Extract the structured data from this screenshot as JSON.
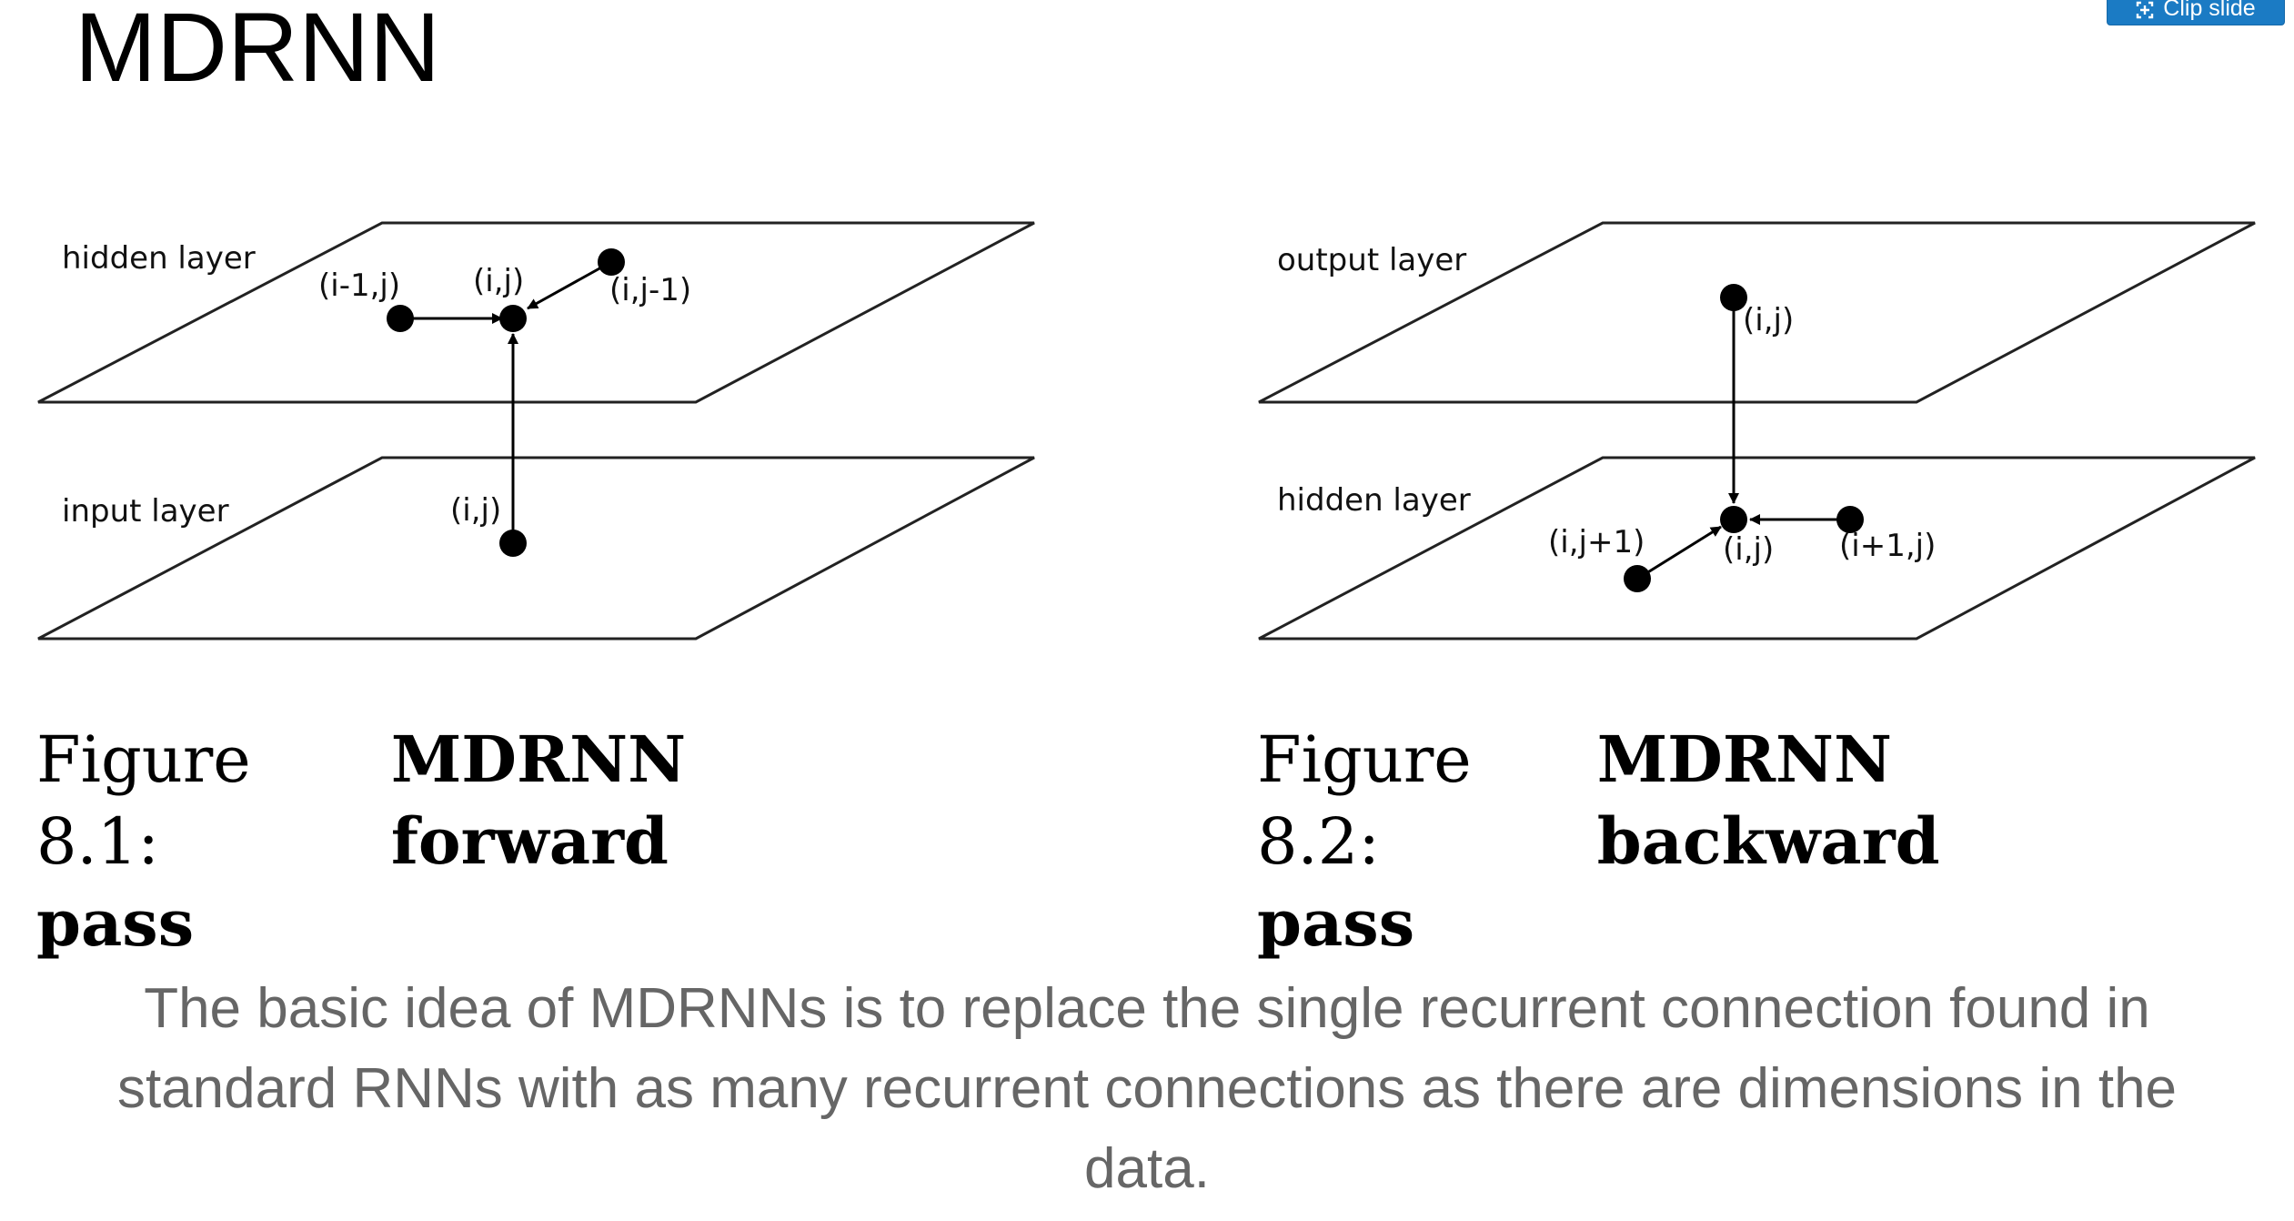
{
  "slide": {
    "title": "MDRNN",
    "clip_button_label": "Clip slide",
    "description": "The basic idea of MDRNNs is to replace the single recurrent connection found in standard RNNs with as many recurrent connections as there are dimensions in the data."
  },
  "figures": [
    {
      "top_layer_label": "hidden layer",
      "bottom_layer_label": "input layer",
      "node_labels": {
        "top_left": "(i-1,j)",
        "top_center": "(i,j)",
        "top_right": "(i,j-1)",
        "bottom_center": "(i,j)"
      },
      "caption_prefix": "Figure 8.1:",
      "caption_title": "MDRNN forward",
      "caption_tail": "pass"
    },
    {
      "top_layer_label": "output layer",
      "bottom_layer_label": "hidden layer",
      "node_labels": {
        "top_center": "(i,j)",
        "bottom_left": "(i,j+1)",
        "bottom_center": "(i,j)",
        "bottom_right": "(i+1,j)"
      },
      "caption_prefix": "Figure 8.2:",
      "caption_title": "MDRNN backward",
      "caption_tail": "pass"
    }
  ]
}
